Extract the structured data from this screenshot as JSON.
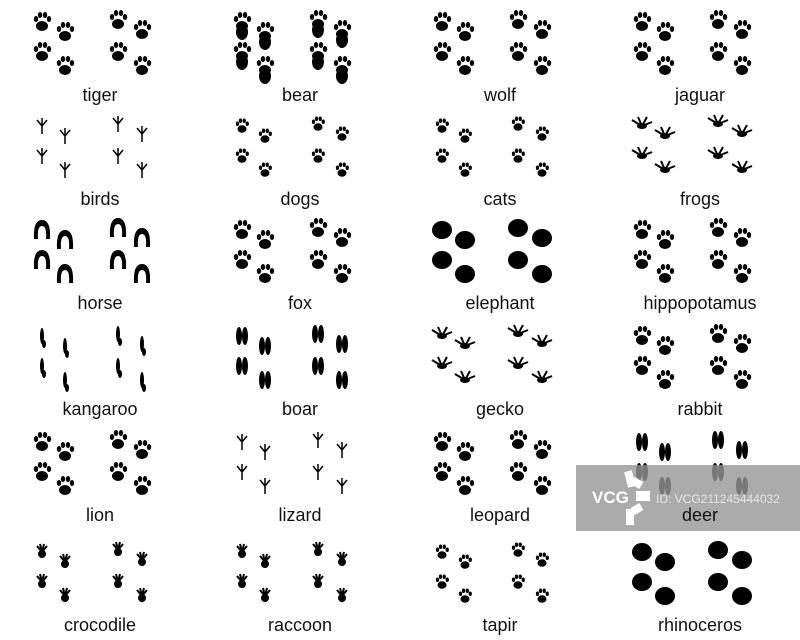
{
  "ink_color": "#000000",
  "cells": [
    {
      "label": "tiger",
      "track": "paw"
    },
    {
      "label": "bear",
      "track": "bear"
    },
    {
      "label": "wolf",
      "track": "claw-paw"
    },
    {
      "label": "jaguar",
      "track": "paw"
    },
    {
      "label": "birds",
      "track": "bird"
    },
    {
      "label": "dogs",
      "track": "small-paw"
    },
    {
      "label": "cats",
      "track": "small-paw"
    },
    {
      "label": "frogs",
      "track": "frog"
    },
    {
      "label": "horse",
      "track": "horseshoe"
    },
    {
      "label": "fox",
      "track": "claw-paw"
    },
    {
      "label": "elephant",
      "track": "elephant"
    },
    {
      "label": "hippopotamus",
      "track": "paw"
    },
    {
      "label": "kangaroo",
      "track": "kangaroo"
    },
    {
      "label": "boar",
      "track": "hoof"
    },
    {
      "label": "gecko",
      "track": "frog"
    },
    {
      "label": "rabbit",
      "track": "paw"
    },
    {
      "label": "lion",
      "track": "paw"
    },
    {
      "label": "lizard",
      "track": "bird"
    },
    {
      "label": "leopard",
      "track": "paw"
    },
    {
      "label": "deer",
      "track": "hoof"
    },
    {
      "label": "crocodile",
      "track": "hand"
    },
    {
      "label": "raccoon",
      "track": "hand"
    },
    {
      "label": "tapir",
      "track": "small-paw"
    },
    {
      "label": "rhinoceros",
      "track": "elephant"
    }
  ],
  "watermark": {
    "logo": "VCG",
    "id": "ID: VCG211245444032"
  }
}
